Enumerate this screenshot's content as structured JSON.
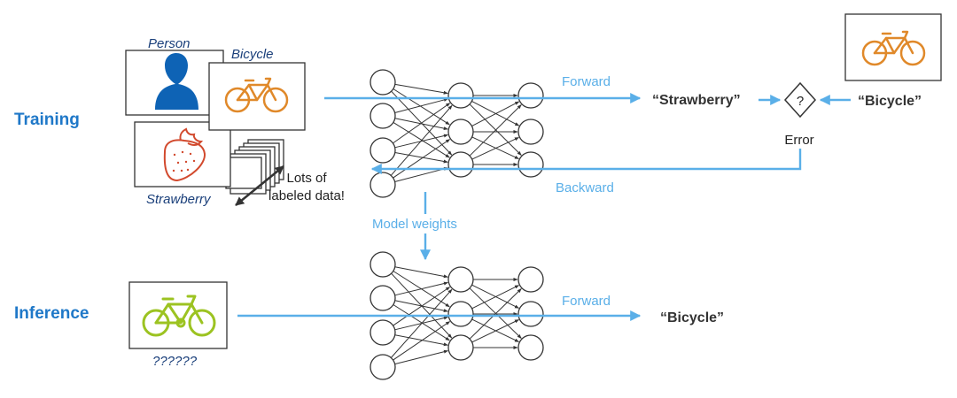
{
  "sections": {
    "training": "Training",
    "inference": "Inference"
  },
  "training": {
    "labels": {
      "person": "Person",
      "bicycle": "Bicycle",
      "strawberry": "Strawberry"
    },
    "note_line1": "Lots of",
    "note_line2": "labeled data!",
    "forward": "Forward",
    "backward": "Backward",
    "prediction": "“Strawberry”",
    "compare_symbol": "?",
    "error": "Error",
    "ground_truth": "“Bicycle”"
  },
  "model_weights": "Model weights",
  "inference": {
    "unknown_label": "??????",
    "forward": "Forward",
    "prediction": "“Bicycle”"
  },
  "network": {
    "layers": [
      4,
      3,
      3
    ]
  },
  "colors": {
    "accent_blue": "#1f78c8",
    "arrow_blue": "#5aafe8",
    "person_blue": "#0e63b5",
    "bicycle_orange": "#e0892a",
    "strawberry_red": "#d24a2e",
    "bicycle_green": "#9cc321",
    "class_label_navy": "#1a3f7a"
  },
  "icons": [
    "person-silhouette-icon",
    "bicycle-icon",
    "strawberry-icon",
    "diamond-compare-icon"
  ]
}
